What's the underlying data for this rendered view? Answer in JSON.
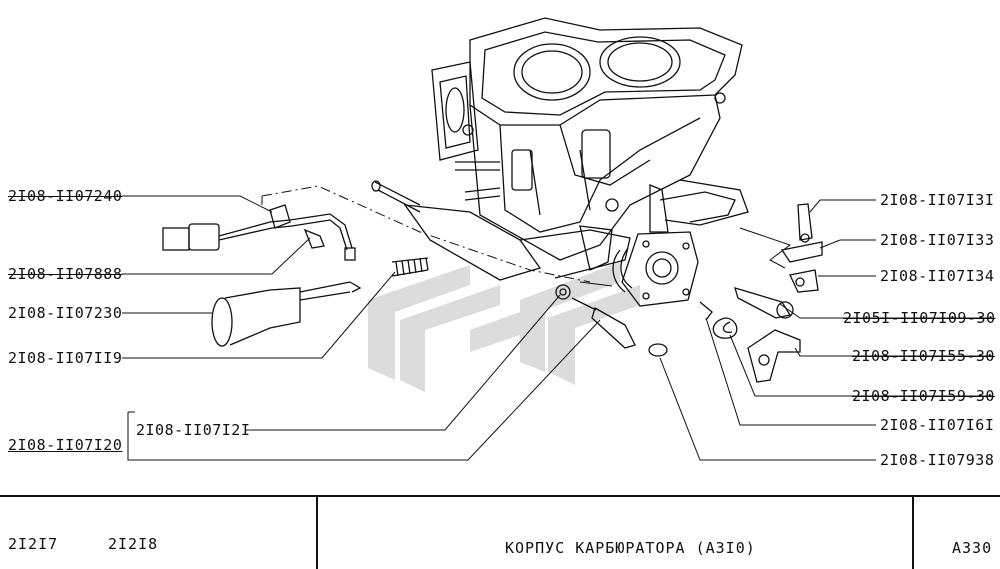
{
  "labels_left": [
    {
      "id": "l1",
      "text": "2I08-II07240",
      "style": "strike"
    },
    {
      "id": "l2",
      "text": "2I08-II07888",
      "style": "strike"
    },
    {
      "id": "l3",
      "text": "2I08-II07230",
      "style": ""
    },
    {
      "id": "l4",
      "text": "2I08-II07II9",
      "style": ""
    },
    {
      "id": "l5",
      "text": "2I08-II07I2I",
      "style": ""
    },
    {
      "id": "l6",
      "text": "2I08-II07I20",
      "style": "underline"
    }
  ],
  "labels_right": [
    {
      "id": "r1",
      "text": "2I08-II07I3I",
      "style": ""
    },
    {
      "id": "r2",
      "text": "2I08-II07I33",
      "style": ""
    },
    {
      "id": "r3",
      "text": "2I08-II07I34",
      "style": ""
    },
    {
      "id": "r4",
      "text": "2I05I-II07I09-30",
      "style": "strike"
    },
    {
      "id": "r5",
      "text": "2I08-II07I55-30",
      "style": "strike"
    },
    {
      "id": "r6",
      "text": "2I08-II07I59-30",
      "style": "strike"
    },
    {
      "id": "r7",
      "text": "2I08-II07I6I",
      "style": ""
    },
    {
      "id": "r8",
      "text": "2I08-II07938",
      "style": ""
    }
  ],
  "footer": {
    "model_1": "2I2I7",
    "model_2": "2I2I8",
    "title": "КОРПУС  КАРБЮРАТОРА (А3I0)",
    "code": "А330"
  },
  "colors": {
    "line": "#111111",
    "watermark": "#d4d4d4"
  }
}
